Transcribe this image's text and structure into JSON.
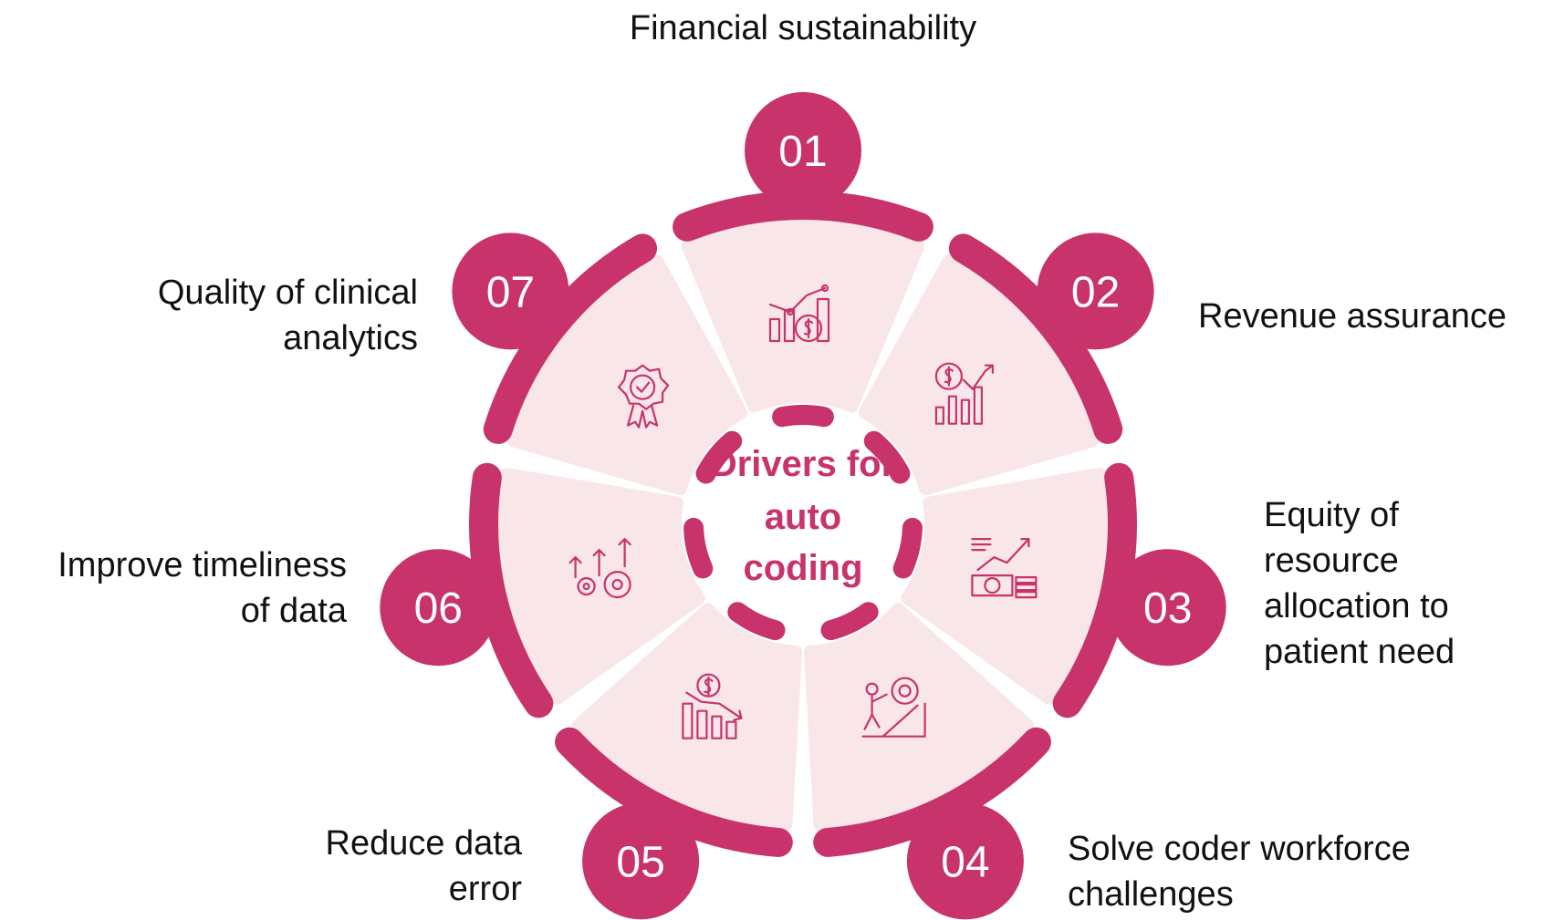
{
  "title": [
    "Drivers for",
    "auto",
    "coding"
  ],
  "colors": {
    "accent": "#c7336a",
    "segment_fill": "#f8e6e8",
    "text": "#111111",
    "number_text": "#ffffff"
  },
  "drivers": [
    {
      "number": "01",
      "label": [
        "Financial sustainability"
      ],
      "icon": "financial-chart-dollar-icon"
    },
    {
      "number": "02",
      "label": [
        "Revenue assurance"
      ],
      "icon": "dollar-growth-bars-icon"
    },
    {
      "number": "03",
      "label": [
        "Equity of",
        "resource",
        "allocation to",
        "patient need"
      ],
      "icon": "money-stack-growth-icon"
    },
    {
      "number": "04",
      "label": [
        "Solve coder workforce",
        "challenges"
      ],
      "icon": "worker-gear-climb-icon"
    },
    {
      "number": "05",
      "label": [
        "Reduce data",
        "error"
      ],
      "icon": "dollar-decline-bars-icon"
    },
    {
      "number": "06",
      "label": [
        "Improve timeliness",
        "of data"
      ],
      "icon": "gears-arrows-up-icon"
    },
    {
      "number": "07",
      "label": [
        "Quality of clinical",
        "analytics"
      ],
      "icon": "quality-badge-check-icon"
    }
  ]
}
